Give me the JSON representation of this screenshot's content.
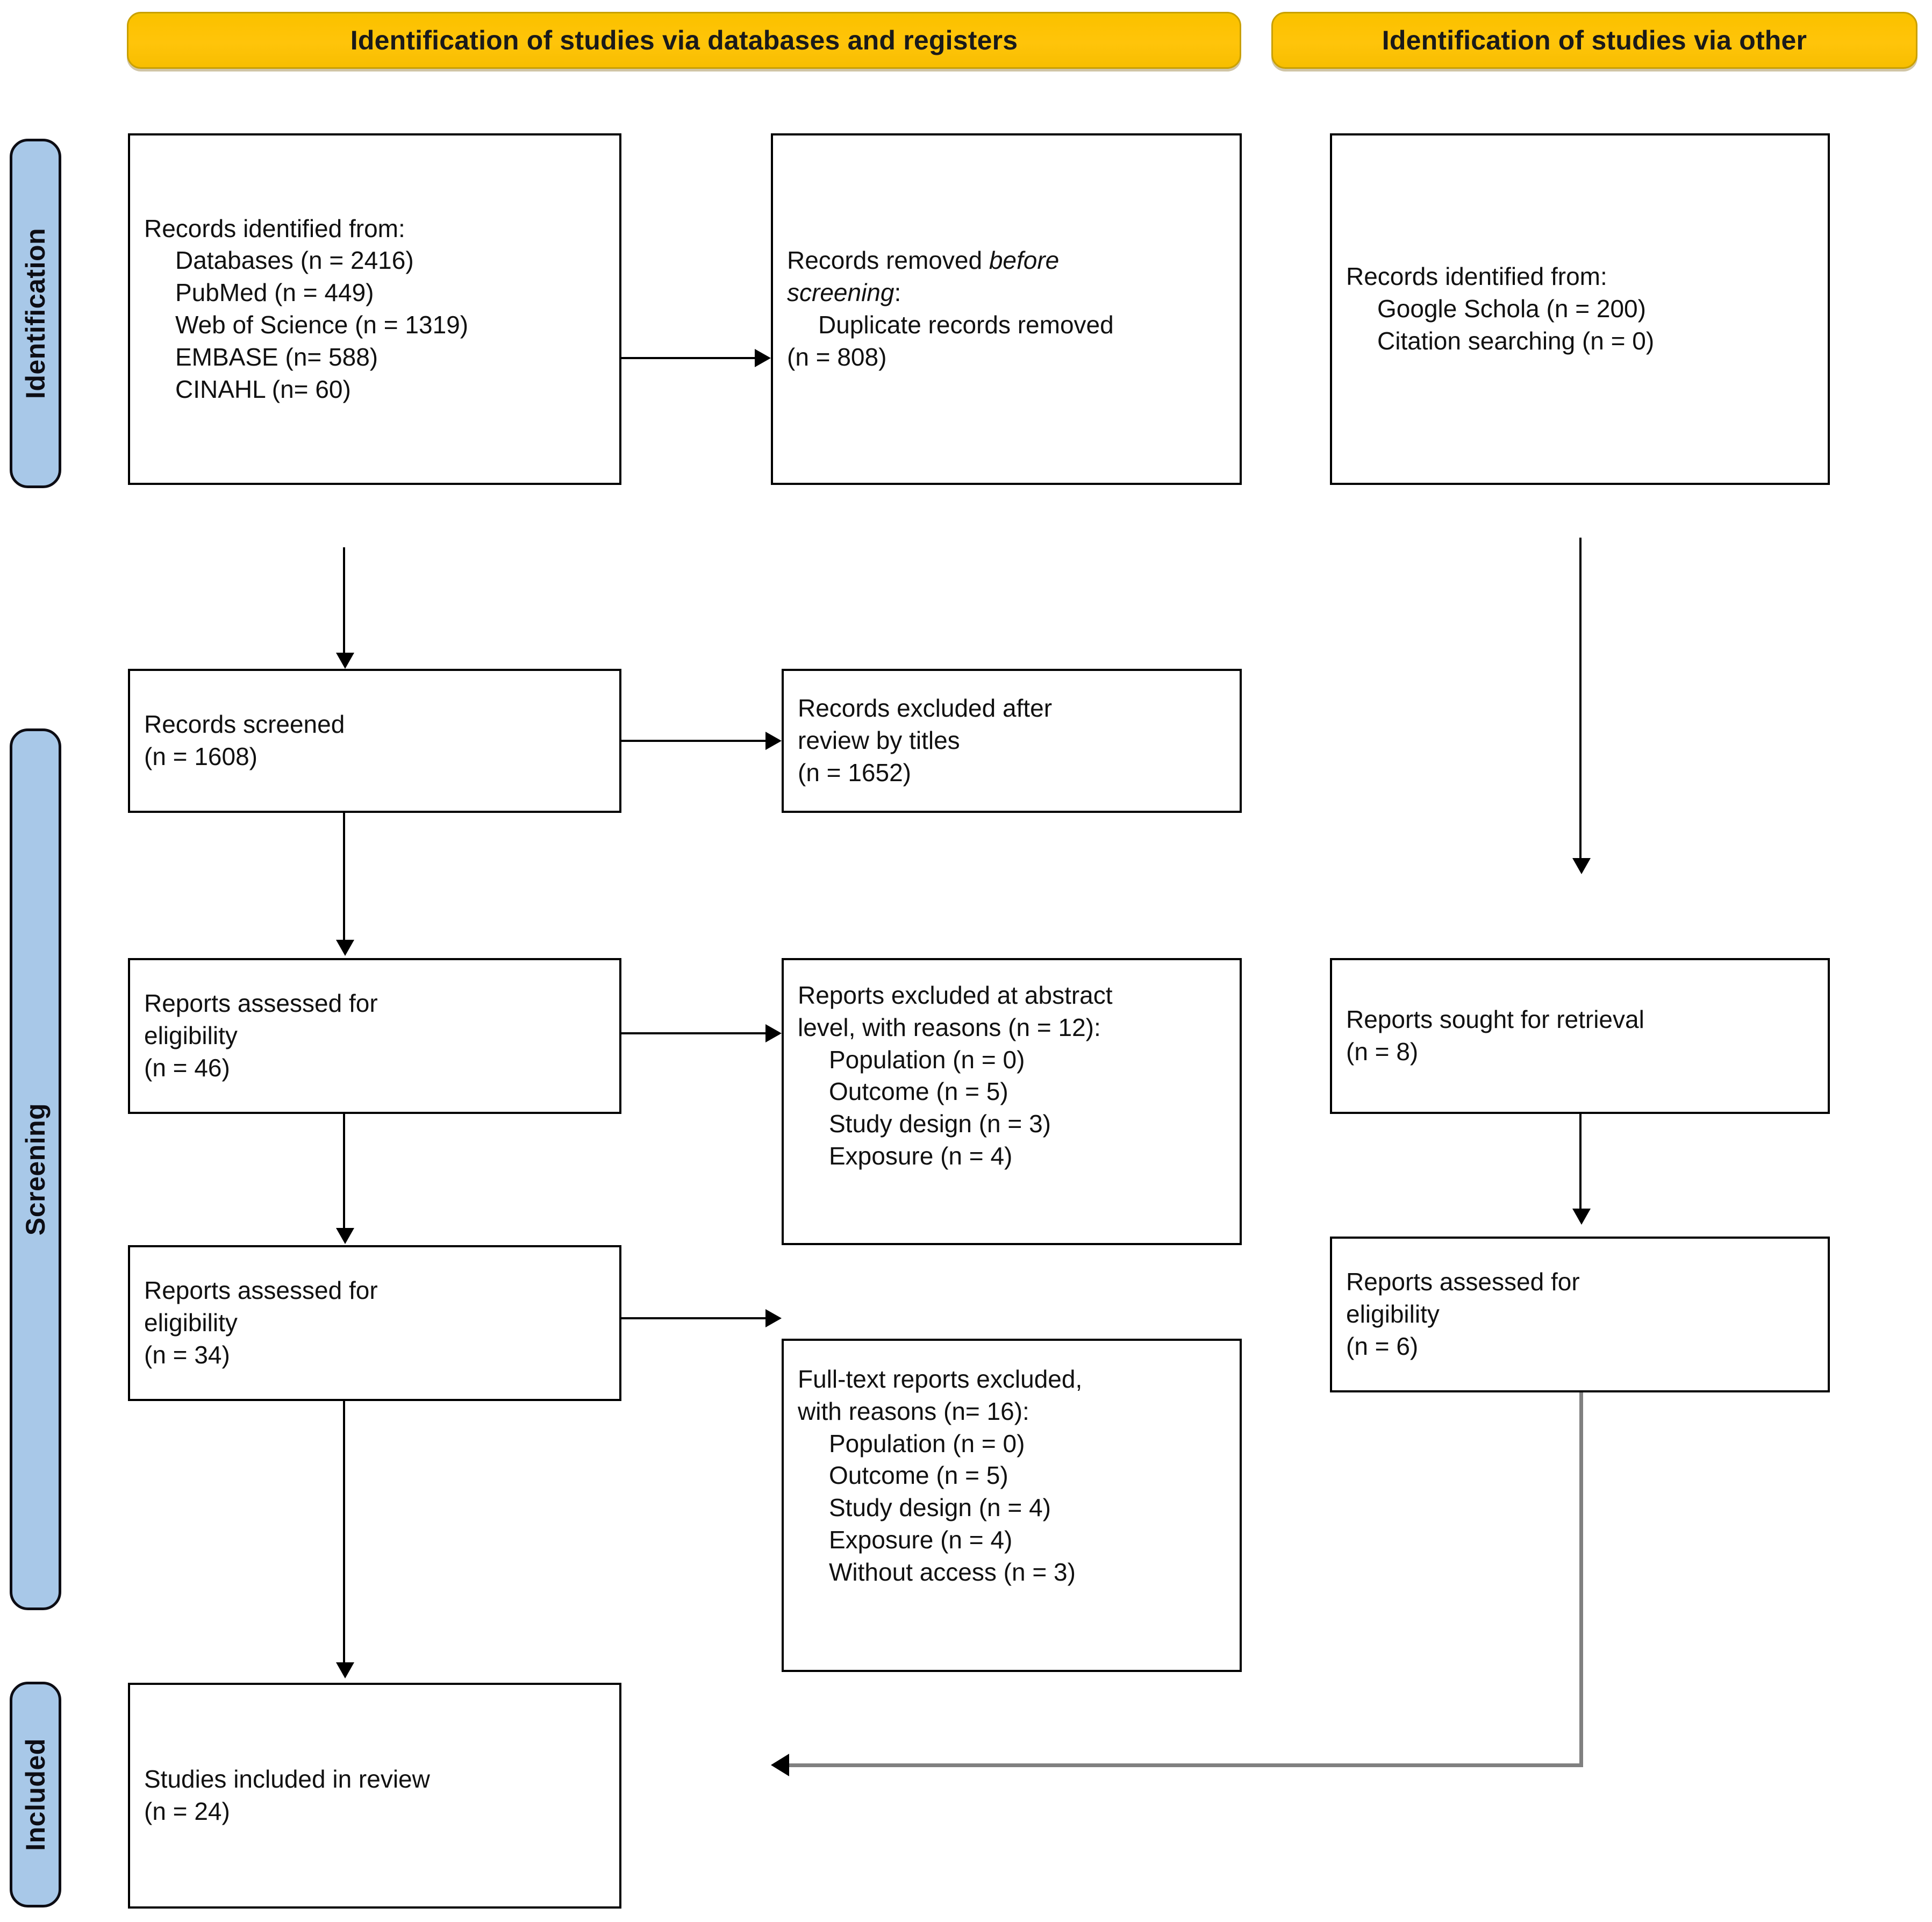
{
  "diagram": {
    "type": "prisma-flow-diagram",
    "title": "PRISMA 2020 flow diagram",
    "colors": {
      "header_fill": "#FFC40A",
      "header_border": "#C9A000",
      "phase_fill": "#A8C8E8",
      "phase_border": "#0D0D14",
      "box_border": "#000000",
      "box_fill": "#FFFFFF",
      "arrow": "#000000",
      "arrow_secondary": "#808080"
    }
  },
  "headers": {
    "databases": "Identification of studies via databases and registers",
    "other": "Identification of studies via other"
  },
  "phases": [
    {
      "id": "identification",
      "label": "Identification"
    },
    {
      "id": "screening",
      "label": "Screening"
    },
    {
      "id": "included",
      "label": "Included"
    }
  ],
  "boxes": {
    "records_identified": {
      "lines": [
        "Records identified from:",
        "Databases (n = 2416)",
        "PubMed (n = 449)",
        "Web of Science (n = 1319)",
        "EMBASE (n= 588)",
        "CINAHL (n= 60)"
      ]
    },
    "records_removed": {
      "line1a": "Records removed ",
      "line1b": "before",
      "line2a": "screening",
      "line2b": ":",
      "line3": "Duplicate records removed",
      "line4": "(n = 808)"
    },
    "records_identified_other": {
      "lines": [
        "Records identified from:",
        "Google Schola (n = 200)",
        "Citation searching (n = 0)"
      ]
    },
    "records_screened": {
      "lines": [
        "Records screened",
        "(n = 1608)"
      ]
    },
    "records_excluded_titles": {
      "lines": [
        "Records excluded after",
        "review by titles",
        "(n = 1652)"
      ]
    },
    "reports_assessed_46": {
      "lines": [
        "Reports assessed for",
        "eligibility",
        "(n = 46)"
      ]
    },
    "reports_excluded_abstract": {
      "lines": [
        "Reports excluded at abstract",
        "level, with reasons (n = 12):",
        "Population (n = 0)",
        "Outcome (n = 5)",
        "Study design (n = 3)",
        "Exposure (n = 4)"
      ]
    },
    "reports_sought_retrieval": {
      "lines": [
        "Reports sought for retrieval",
        "(n = 8)"
      ]
    },
    "reports_assessed_34": {
      "lines": [
        "Reports assessed for",
        "eligibility",
        "(n = 34)"
      ]
    },
    "reports_assessed_6": {
      "lines": [
        "Reports assessed for",
        "eligibility",
        "(n = 6)"
      ]
    },
    "fulltext_excluded": {
      "lines": [
        "Full-text reports excluded,",
        "with reasons (n= 16):",
        "Population (n = 0)",
        "Outcome (n = 5)",
        "Study design (n = 4)",
        "Exposure (n = 4)",
        "Without access (n = 3)"
      ]
    },
    "studies_included": {
      "lines": [
        "Studies included in review",
        "(n = 24)"
      ]
    }
  }
}
